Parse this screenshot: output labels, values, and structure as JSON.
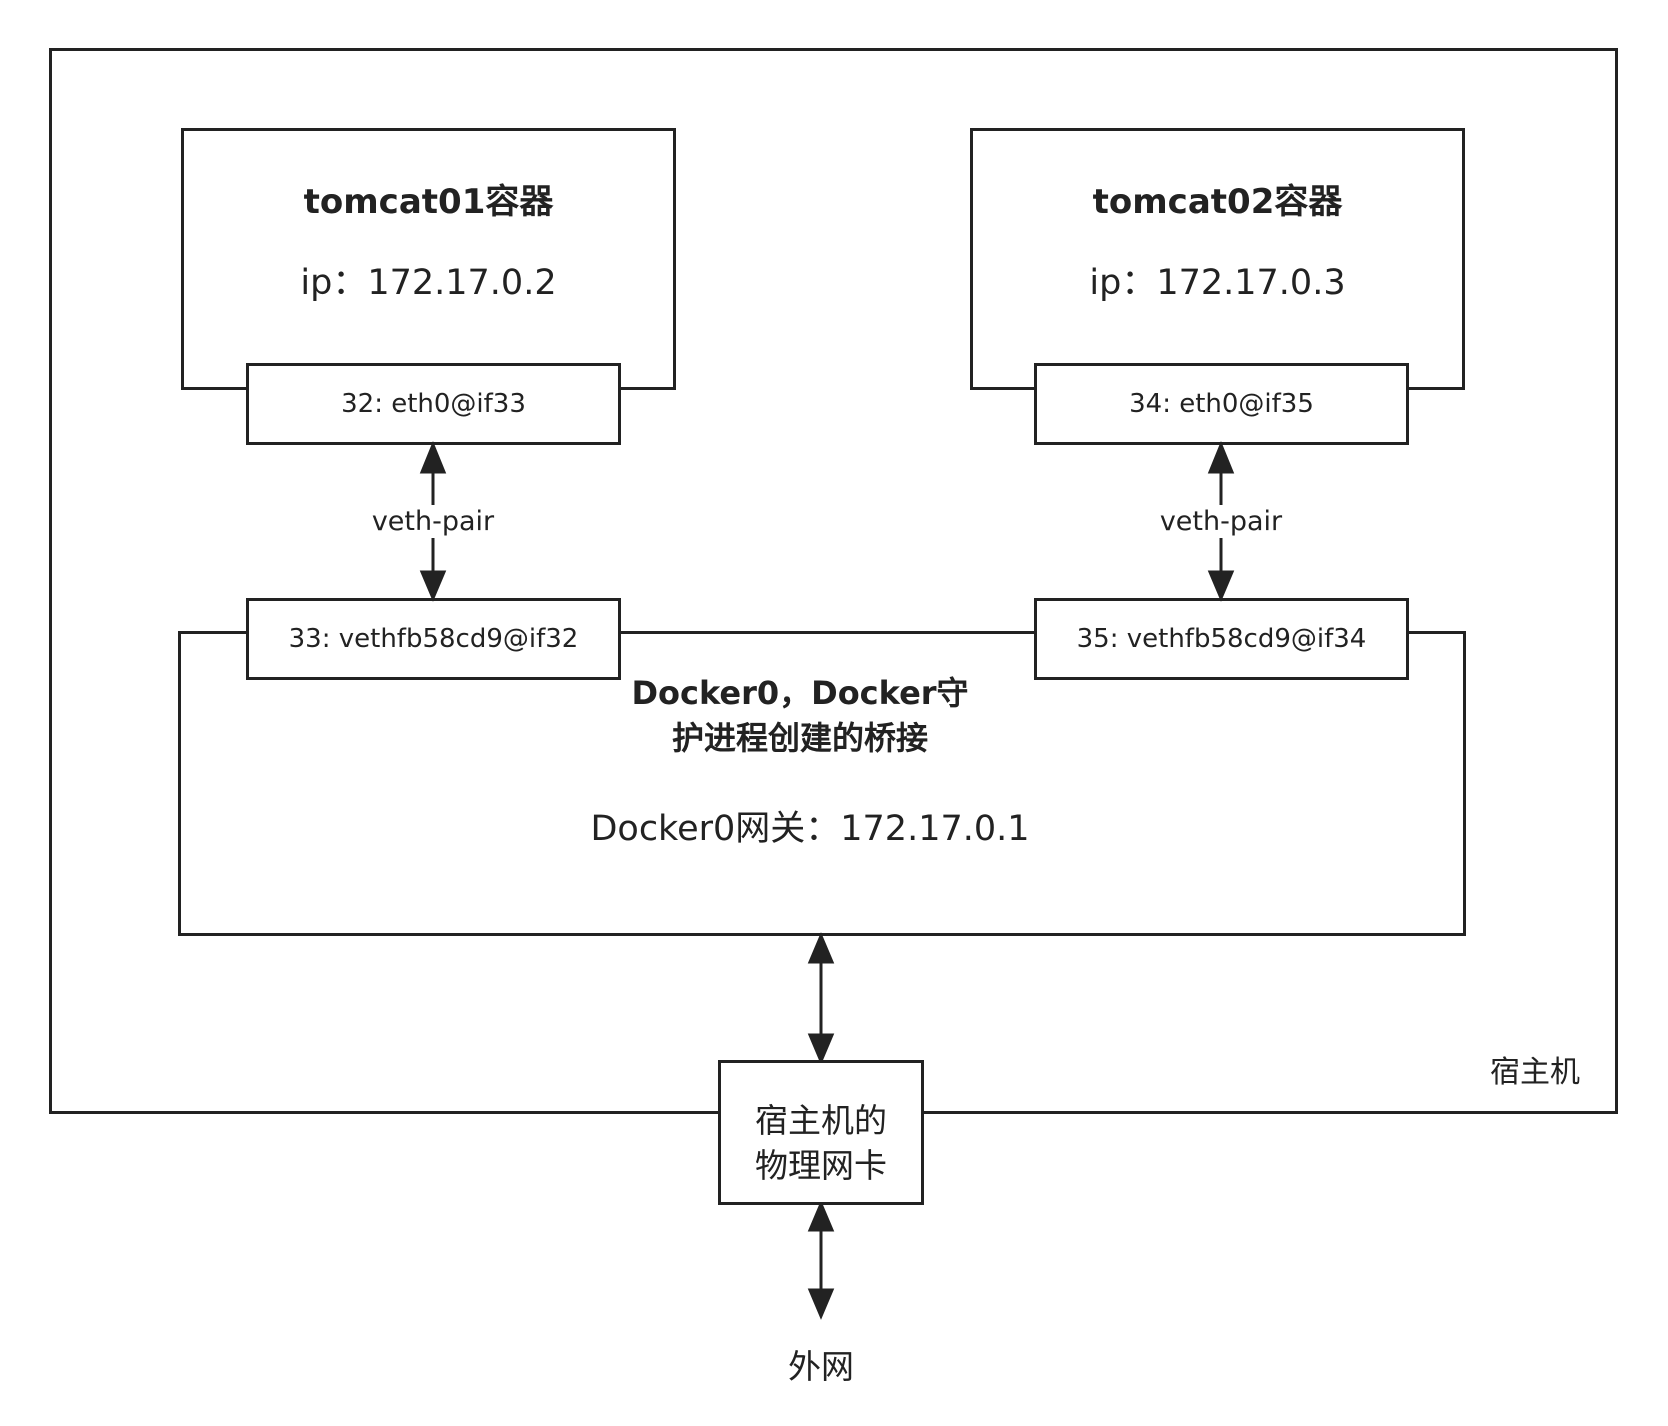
{
  "host": {
    "label": "宿主机"
  },
  "containers": [
    {
      "title": "tomcat01容器",
      "ip": "ip：172.17.0.2",
      "eth": "32: eth0@if33",
      "veth": "33: vethfb58cd9@if32",
      "link_label": "veth-pair"
    },
    {
      "title": "tomcat02容器",
      "ip": "ip：172.17.0.3",
      "eth": "34: eth0@if35",
      "veth": "35: vethfb58cd9@if34",
      "link_label": "veth-pair"
    }
  ],
  "bridge": {
    "title_line1": "Docker0，Docker守",
    "title_line2": "护进程创建的桥接",
    "gateway": "Docker0网关：172.17.0.1"
  },
  "nic": {
    "line1": "宿主机的",
    "line2": "物理网卡"
  },
  "external": {
    "label": "外网"
  },
  "colors": {
    "stroke": "#222222",
    "background": "#ffffff"
  }
}
